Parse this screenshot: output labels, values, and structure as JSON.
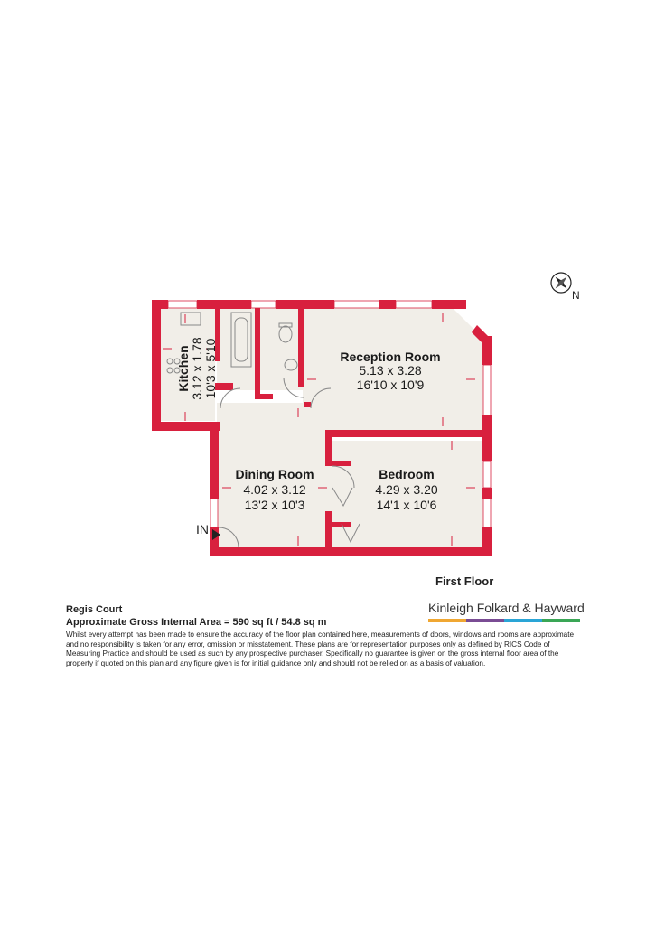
{
  "plan": {
    "rooms": [
      {
        "name": "Reception Room",
        "metric": "5.13 x 3.28",
        "imperial": "16'10 x 10'9"
      },
      {
        "name": "Kitchen",
        "metric": "3.12 x 1.78",
        "imperial": "10'3 x 5'10"
      },
      {
        "name": "Dining Room",
        "metric": "4.02 x 3.12",
        "imperial": "13'2 x 10'3"
      },
      {
        "name": "Bedroom",
        "metric": "4.29 x 3.20",
        "imperial": "14'1 x 10'6"
      }
    ],
    "entrance_label": "IN",
    "floor_label": "First Floor",
    "north_label": "N",
    "wall_color": "#d8203e",
    "floor_color": "#f1eee8"
  },
  "footer": {
    "property_name": "Regis Court",
    "area_text": "Approximate Gross Internal Area = 590 sq ft / 54.8 sq m",
    "disclaimer": "Whilst every attempt has been made to ensure the accuracy of the floor plan contained here, measurements of doors, windows and rooms are approximate and no responsibility is taken for any error, omission or misstatement. These plans are for representation purposes only as defined by RICS Code of Measuring Practice and should be used as such by any prospective purchaser. Specifically no guarantee is given on the gross internal floor area of the property if quoted on this plan and any figure given is for initial guidance only and should not be relied on as a basis of valuation."
  },
  "brand": {
    "name": "Kinleigh Folkard & Hayward",
    "bar_colors": [
      "#f0a732",
      "#7a4c94",
      "#2aa5d6",
      "#3aa656"
    ]
  }
}
